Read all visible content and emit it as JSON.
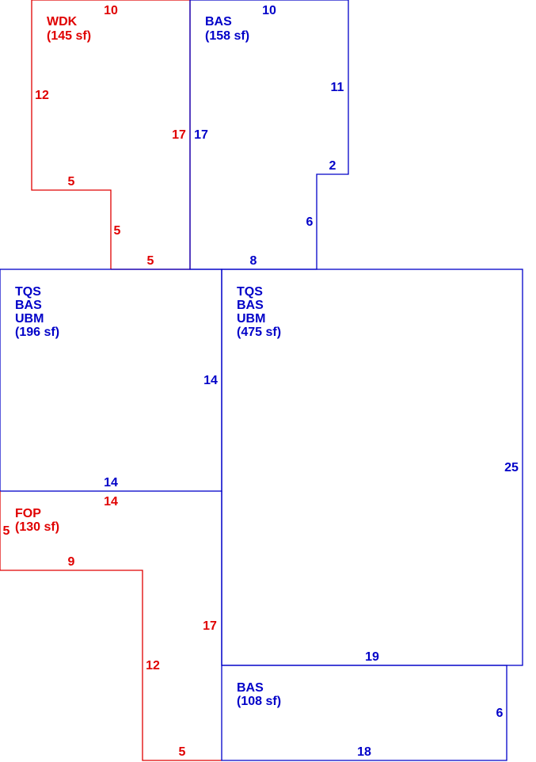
{
  "colors": {
    "red": "#e00000",
    "blue": "#0000c8"
  },
  "areas": [
    {
      "id": "wdk",
      "color": "red",
      "lines": [
        "WDK",
        "(145 sf)"
      ],
      "dims": [
        "10",
        "12",
        "17",
        "5",
        "5",
        "5"
      ]
    },
    {
      "id": "bas-top",
      "color": "blue",
      "lines": [
        "BAS",
        "(158 sf)"
      ],
      "dims": [
        "10",
        "17",
        "11",
        "2",
        "6",
        "8"
      ]
    },
    {
      "id": "tqs-left",
      "color": "blue",
      "lines": [
        "TQS",
        "BAS",
        "UBM",
        "(196 sf)"
      ],
      "dims": [
        "14",
        "14"
      ]
    },
    {
      "id": "tqs-right",
      "color": "blue",
      "lines": [
        "TQS",
        "BAS",
        "UBM",
        "(475 sf)"
      ],
      "dims": [
        "25",
        "19"
      ]
    },
    {
      "id": "fop",
      "color": "red",
      "lines": [
        "FOP",
        "(130 sf)"
      ],
      "dims": [
        "14",
        "5",
        "9",
        "17",
        "12",
        "5"
      ]
    },
    {
      "id": "bas-bottom",
      "color": "blue",
      "lines": [
        "BAS",
        "(108 sf)"
      ],
      "dims": [
        "6",
        "18"
      ]
    }
  ]
}
